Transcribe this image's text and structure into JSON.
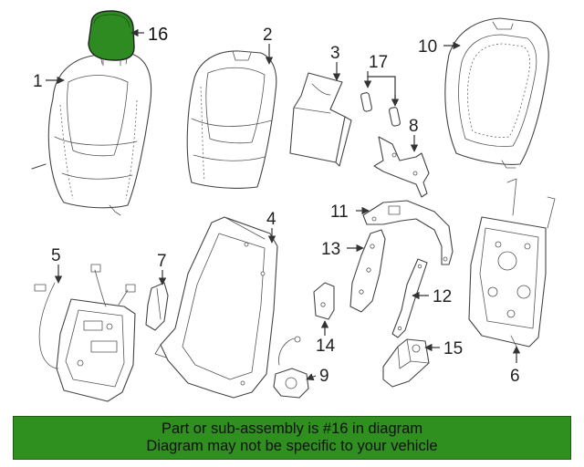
{
  "colors": {
    "highlight": "#2e8b22",
    "banner_bg": "#2f8f1f",
    "line": "#444444"
  },
  "callouts": {
    "c1": "1",
    "c2": "2",
    "c3": "3",
    "c4": "4",
    "c5": "5",
    "c6": "6",
    "c7": "7",
    "c8": "8",
    "c9": "9",
    "c10": "10",
    "c11": "11",
    "c12": "12",
    "c13": "13",
    "c14": "14",
    "c15": "15",
    "c16": "16",
    "c17": "17"
  },
  "banner": {
    "line1": "Part or sub-assembly is #16 in diagram",
    "line2": "Diagram may not be specific to your vehicle"
  }
}
